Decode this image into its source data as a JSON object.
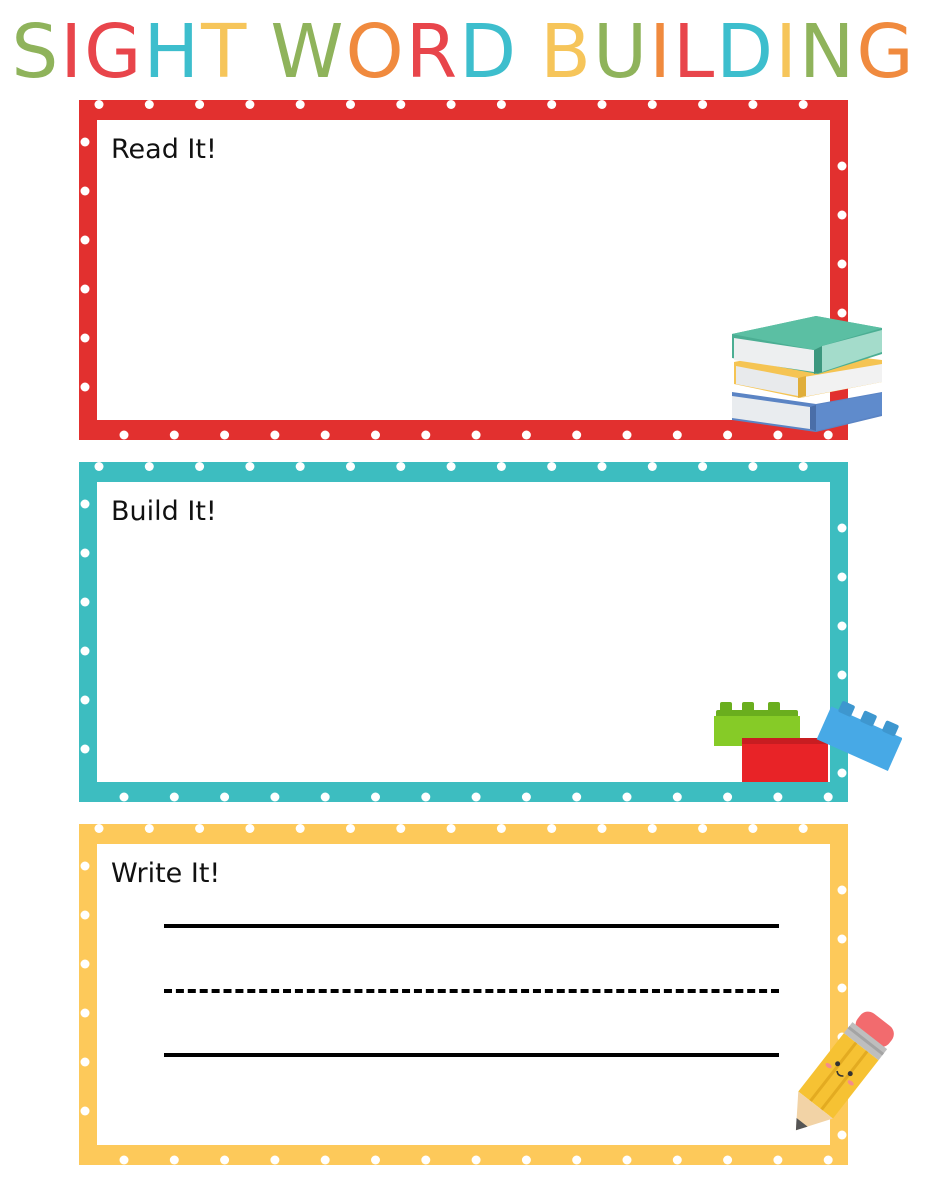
{
  "header": {
    "title_letters": [
      {
        "ch": "S",
        "color": "#8FB35B"
      },
      {
        "ch": "I",
        "color": "#E8454B"
      },
      {
        "ch": "G",
        "color": "#E8454B"
      },
      {
        "ch": "H",
        "color": "#3DBECD"
      },
      {
        "ch": "T",
        "color": "#F6C55A"
      },
      {
        "ch": " ",
        "color": "#ffffff"
      },
      {
        "ch": "W",
        "color": "#8FB35B"
      },
      {
        "ch": "O",
        "color": "#F08A3E"
      },
      {
        "ch": "R",
        "color": "#E8454B"
      },
      {
        "ch": "D",
        "color": "#3DBECD"
      },
      {
        "ch": " ",
        "color": "#ffffff"
      },
      {
        "ch": "B",
        "color": "#F6C55A"
      },
      {
        "ch": "U",
        "color": "#8FB35B"
      },
      {
        "ch": "I",
        "color": "#F08A3E"
      },
      {
        "ch": "L",
        "color": "#E8454B"
      },
      {
        "ch": "D",
        "color": "#3DBECD"
      },
      {
        "ch": "I",
        "color": "#F6C55A"
      },
      {
        "ch": "N",
        "color": "#8FB35B"
      },
      {
        "ch": "G",
        "color": "#F08A3E"
      }
    ]
  },
  "cards": {
    "read": {
      "label": "Read It!",
      "color": "#E2302F"
    },
    "build": {
      "label": "Build It!",
      "color": "#3DBDC0"
    },
    "write": {
      "label": "Write It!",
      "color": "#FDC95A"
    }
  },
  "icons": {
    "read": "books-stack-icon",
    "build": "building-blocks-icon",
    "write": "pencil-icon"
  }
}
